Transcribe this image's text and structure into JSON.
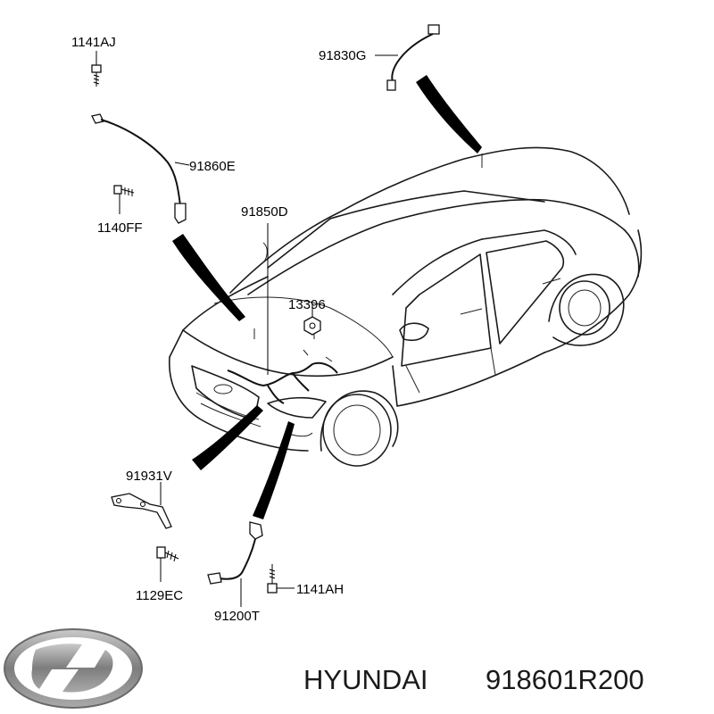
{
  "parts": [
    {
      "id": "bolt-top",
      "label": "1141AJ"
    },
    {
      "id": "sensor-cable",
      "label": "91830G"
    },
    {
      "id": "ground-cable",
      "label": "91860E"
    },
    {
      "id": "bolt-mid",
      "label": "1140FF"
    },
    {
      "id": "front-harness",
      "label": "91850D"
    },
    {
      "id": "nut",
      "label": "13396"
    },
    {
      "id": "bracket",
      "label": "91931V"
    },
    {
      "id": "bolt-lower-left",
      "label": "1129EC"
    },
    {
      "id": "bolt-lower-right",
      "label": "1141AH"
    },
    {
      "id": "battery-cable",
      "label": "91200T"
    }
  ],
  "footer": {
    "brand": "HYUNDAI",
    "part_number": "918601R200"
  },
  "logo": {
    "name": "hyundai-logo-icon",
    "color": "#8a8a8a"
  }
}
